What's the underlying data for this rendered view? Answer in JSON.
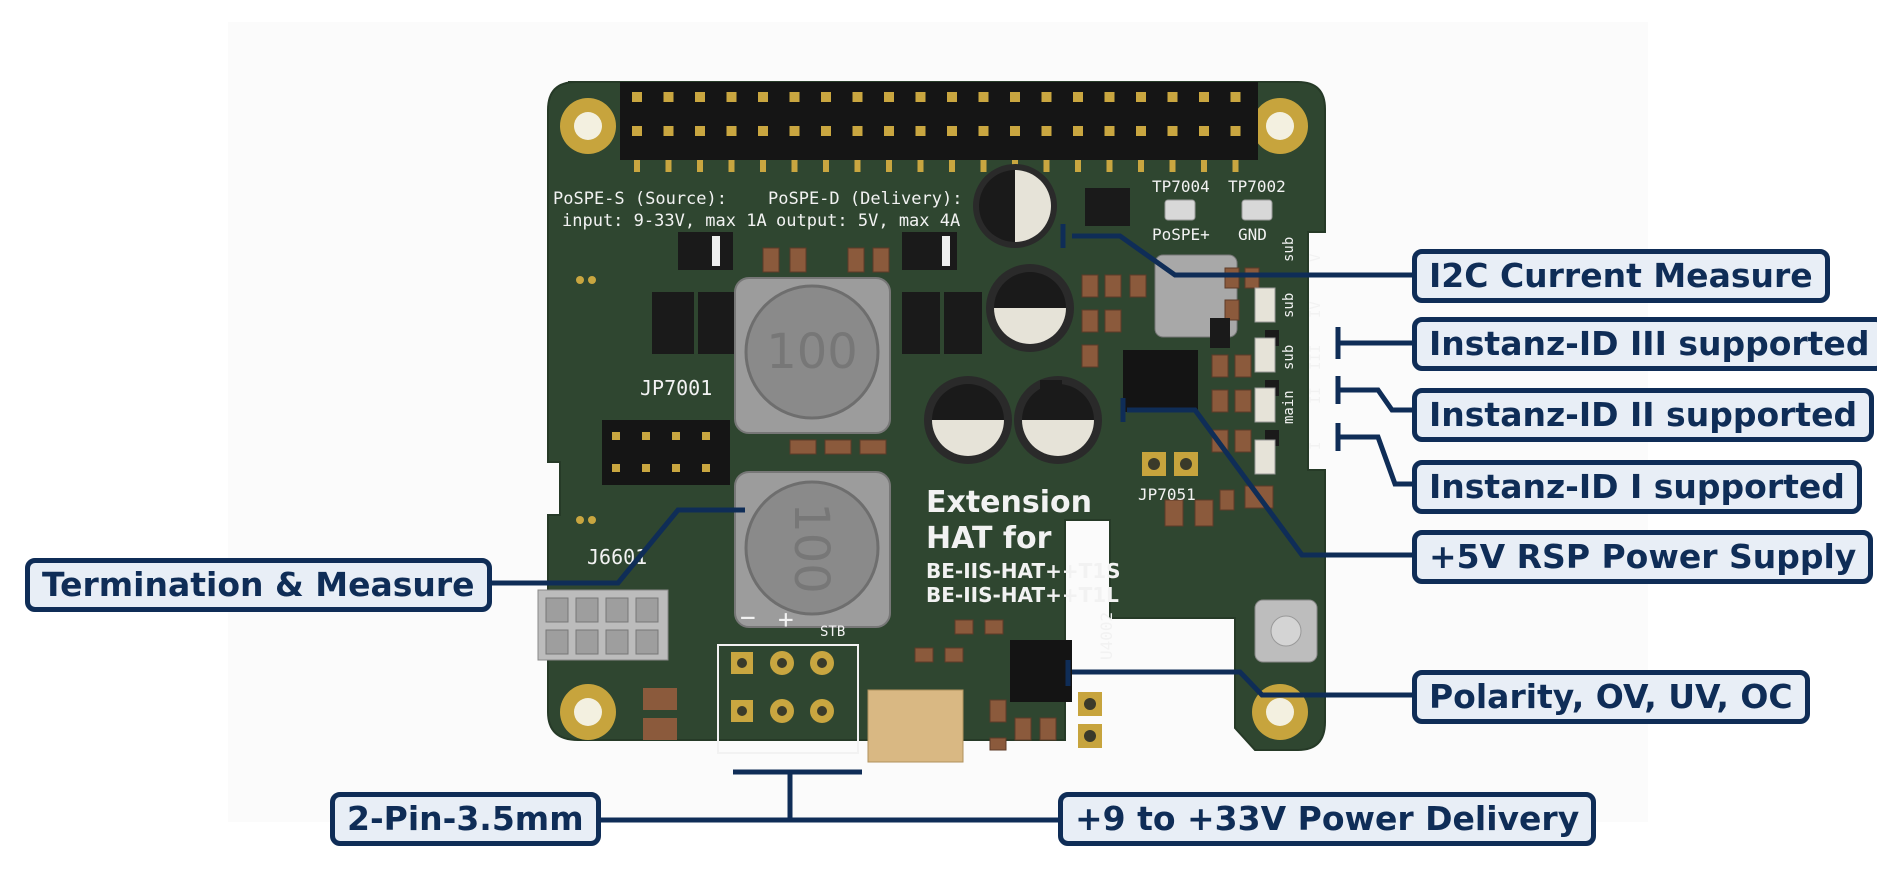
{
  "board": {
    "pospe_s_title": "PoSPE-S (Source):",
    "pospe_s_spec": "input: 9-33V, max 1A",
    "pospe_d_title": "PoSPE-D (Delivery):",
    "pospe_d_spec": "output: 5V, max 4A",
    "tp7004": "TP7004",
    "tp7002": "TP7002",
    "pospe_plus": "PoSPE+",
    "gnd": "GND",
    "jp7001": "JP7001",
    "jp7051": "JP7051",
    "j6601": "J6601",
    "u4002": "U4002",
    "stb": "STB",
    "inductor_top": "100",
    "inductor_bottom": "100",
    "ext_line1": "Extension",
    "ext_line2": "HAT for",
    "ext_line3": "BE-IIS-HAT++T1S",
    "ext_line4": "BE-IIS-HAT++T1L",
    "jumper_sub1": "sub",
    "jumper_sub2": "sub",
    "jumper_sub3": "sub",
    "jumper_main": "main",
    "roman_1": "I",
    "roman_2": "II",
    "roman_3": "III",
    "roman_4": "IV",
    "roman_5": "V"
  },
  "callouts": {
    "i2c": "I2C Current Measure",
    "id3": "Instanz-ID III supported",
    "id2": "Instanz-ID II supported",
    "id1": "Instanz-ID I supported",
    "rsp_power": "+5V RSP Power Supply",
    "polarity": "Polarity, OV, UV, OC",
    "termination": "Termination & Measure",
    "two_pin": "2-Pin-3.5mm",
    "power_delivery": "+9 to +33V Power Delivery"
  },
  "colors": {
    "pcb": "#2f4630",
    "callout_border": "#0f2d57",
    "callout_fill": "#e8eef6",
    "gold": "#c7a43d"
  }
}
